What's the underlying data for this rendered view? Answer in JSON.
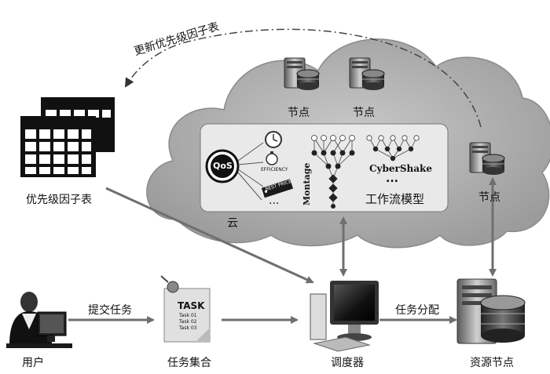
{
  "labels": {
    "update_table": "更新优先级因子表",
    "priority_table": "优先级因子表",
    "node": "节点",
    "cloud": "云",
    "qos": "QoS",
    "efficiency": "EFFICIENCY",
    "best_price": "BEST PRICE",
    "qos_more": "...",
    "montage": "Montage",
    "cybershake": "CyberShake",
    "workflow_more": "...",
    "workflow_model": "工作流模型",
    "user": "用户",
    "submit_task": "提交任务",
    "task_set": "任务集合",
    "task_doc_title": "TASK",
    "task_lines": [
      "Task 01",
      "Task 02",
      "Task 03"
    ],
    "scheduler": "调度器",
    "task_assign": "任务分配",
    "resource_node": "资源节点"
  },
  "icons": {
    "cloud": "cloud-shape",
    "server": "server-icon",
    "table": "table-icon",
    "user": "user-at-computer-icon",
    "task": "task-document-icon",
    "scheduler": "computer-icon",
    "clock": "clock-icon",
    "stopwatch": "stopwatch-icon",
    "price_tag": "price-tag-icon"
  },
  "colors": {
    "cloud_fill": "#a9a9a9",
    "cloud_inner": "#bdbdbd",
    "panel_fill": "#e9e9e9",
    "arrow": "#6f6f6f",
    "dark": "#1a1a1a"
  }
}
